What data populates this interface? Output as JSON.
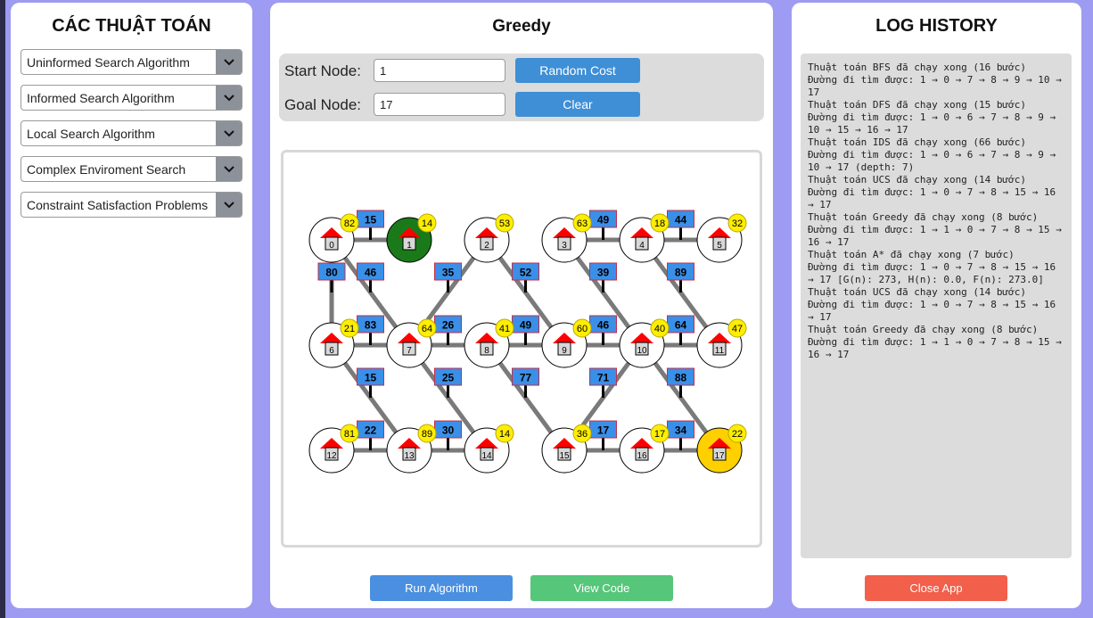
{
  "left_panel": {
    "title": "CÁC THUẬT TOÁN",
    "dropdowns": [
      {
        "label": "Uninformed Search Algorithm"
      },
      {
        "label": "Informed Search Algorithm"
      },
      {
        "label": "Local Search Algorithm"
      },
      {
        "label": "Complex Enviroment Search"
      },
      {
        "label": "Constraint Satisfaction Problems"
      }
    ]
  },
  "center_panel": {
    "title": "Greedy",
    "start_label": "Start Node:",
    "start_value": "1",
    "goal_label": "Goal Node:",
    "goal_value": "17",
    "random_cost_label": "Random Cost",
    "clear_label": "Clear",
    "run_label": "Run Algorithm",
    "view_code_label": "View Code"
  },
  "graph": {
    "colors": {
      "start": "#1a7a1a",
      "goal": "#ffd000",
      "heuristic": "#ffee00",
      "cost_box": "#3a8fe8",
      "edge": "#7a7a7a",
      "house_roof": "#ff0000"
    },
    "start_node": 1,
    "goal_node": 17,
    "nodes": [
      {
        "id": "0",
        "h": "82"
      },
      {
        "id": "1",
        "h": "14"
      },
      {
        "id": "2",
        "h": "53"
      },
      {
        "id": "3",
        "h": "63"
      },
      {
        "id": "4",
        "h": "18"
      },
      {
        "id": "5",
        "h": "32"
      },
      {
        "id": "6",
        "h": "21"
      },
      {
        "id": "7",
        "h": "64"
      },
      {
        "id": "8",
        "h": "41"
      },
      {
        "id": "9",
        "h": "60"
      },
      {
        "id": "10",
        "h": "40"
      },
      {
        "id": "11",
        "h": "47"
      },
      {
        "id": "12",
        "h": "81"
      },
      {
        "id": "13",
        "h": "89"
      },
      {
        "id": "14",
        "h": "14"
      },
      {
        "id": "15",
        "h": "36"
      },
      {
        "id": "16",
        "h": "17"
      },
      {
        "id": "17",
        "h": "22"
      }
    ],
    "edges": [
      {
        "from": 0,
        "to": 1,
        "cost": "15"
      },
      {
        "from": 0,
        "to": 6,
        "cost": "80"
      },
      {
        "from": 0,
        "to": 7,
        "cost": "46"
      },
      {
        "from": 2,
        "to": 7,
        "cost": "35"
      },
      {
        "from": 2,
        "to": 9,
        "cost": "52"
      },
      {
        "from": 3,
        "to": 4,
        "cost": "49"
      },
      {
        "from": 3,
        "to": 10,
        "cost": "39"
      },
      {
        "from": 4,
        "to": 5,
        "cost": "44"
      },
      {
        "from": 4,
        "to": 11,
        "cost": "89"
      },
      {
        "from": 6,
        "to": 7,
        "cost": "83"
      },
      {
        "from": 7,
        "to": 8,
        "cost": "26"
      },
      {
        "from": 8,
        "to": 9,
        "cost": "49"
      },
      {
        "from": 9,
        "to": 10,
        "cost": "46"
      },
      {
        "from": 10,
        "to": 11,
        "cost": "64"
      },
      {
        "from": 6,
        "to": 13,
        "cost": "15"
      },
      {
        "from": 7,
        "to": 14,
        "cost": "25"
      },
      {
        "from": 8,
        "to": 15,
        "cost": "77"
      },
      {
        "from": 10,
        "to": 15,
        "cost": "71"
      },
      {
        "from": 10,
        "to": 17,
        "cost": "88"
      },
      {
        "from": 12,
        "to": 13,
        "cost": "22"
      },
      {
        "from": 13,
        "to": 14,
        "cost": "30"
      },
      {
        "from": 15,
        "to": 16,
        "cost": "17"
      },
      {
        "from": 16,
        "to": 17,
        "cost": "34"
      }
    ]
  },
  "right_panel": {
    "title": "LOG HISTORY",
    "close_label": "Close App",
    "log_lines": [
      "Thuật toán BFS đã chạy xong (16 bước)",
      "Đường đi tìm được: 1 → 0 → 7 → 8 → 9 → 10 → 17",
      "Thuật toán DFS đã chạy xong (15 bước)",
      "Đường đi tìm được: 1 → 0 → 6 → 7 → 8 → 9 → 10 → 15 → 16 → 17",
      "Thuật toán IDS đã chạy xong (66 bước)",
      "Đường đi tìm được: 1 → 0 → 6 → 7 → 8 → 9 → 10 → 17 (depth: 7)",
      "Thuật toán UCS đã chạy xong (14 bước)",
      "Đường đi tìm được: 1 → 0 → 7 → 8 → 15 → 16 → 17",
      "Thuật toán Greedy đã chạy xong (8 bước)",
      "Đường đi tìm được: 1 → 1 → 0 → 7 → 8 → 15 → 16 → 17",
      "Thuật toán A* đã chạy xong (7 bước)",
      "Đường đi tìm được: 1 → 0 → 7 → 8 → 15 → 16 → 17 [G(n): 273, H(n): 0.0, F(n): 273.0]",
      "Thuật toán UCS đã chạy xong (14 bước)",
      "Đường đi tìm được: 1 → 0 → 7 → 8 → 15 → 16 → 17",
      "Thuật toán Greedy đã chạy xong (8 bước)",
      "Đường đi tìm được: 1 → 1 → 0 → 7 → 8 → 15 → 16 → 17"
    ]
  }
}
